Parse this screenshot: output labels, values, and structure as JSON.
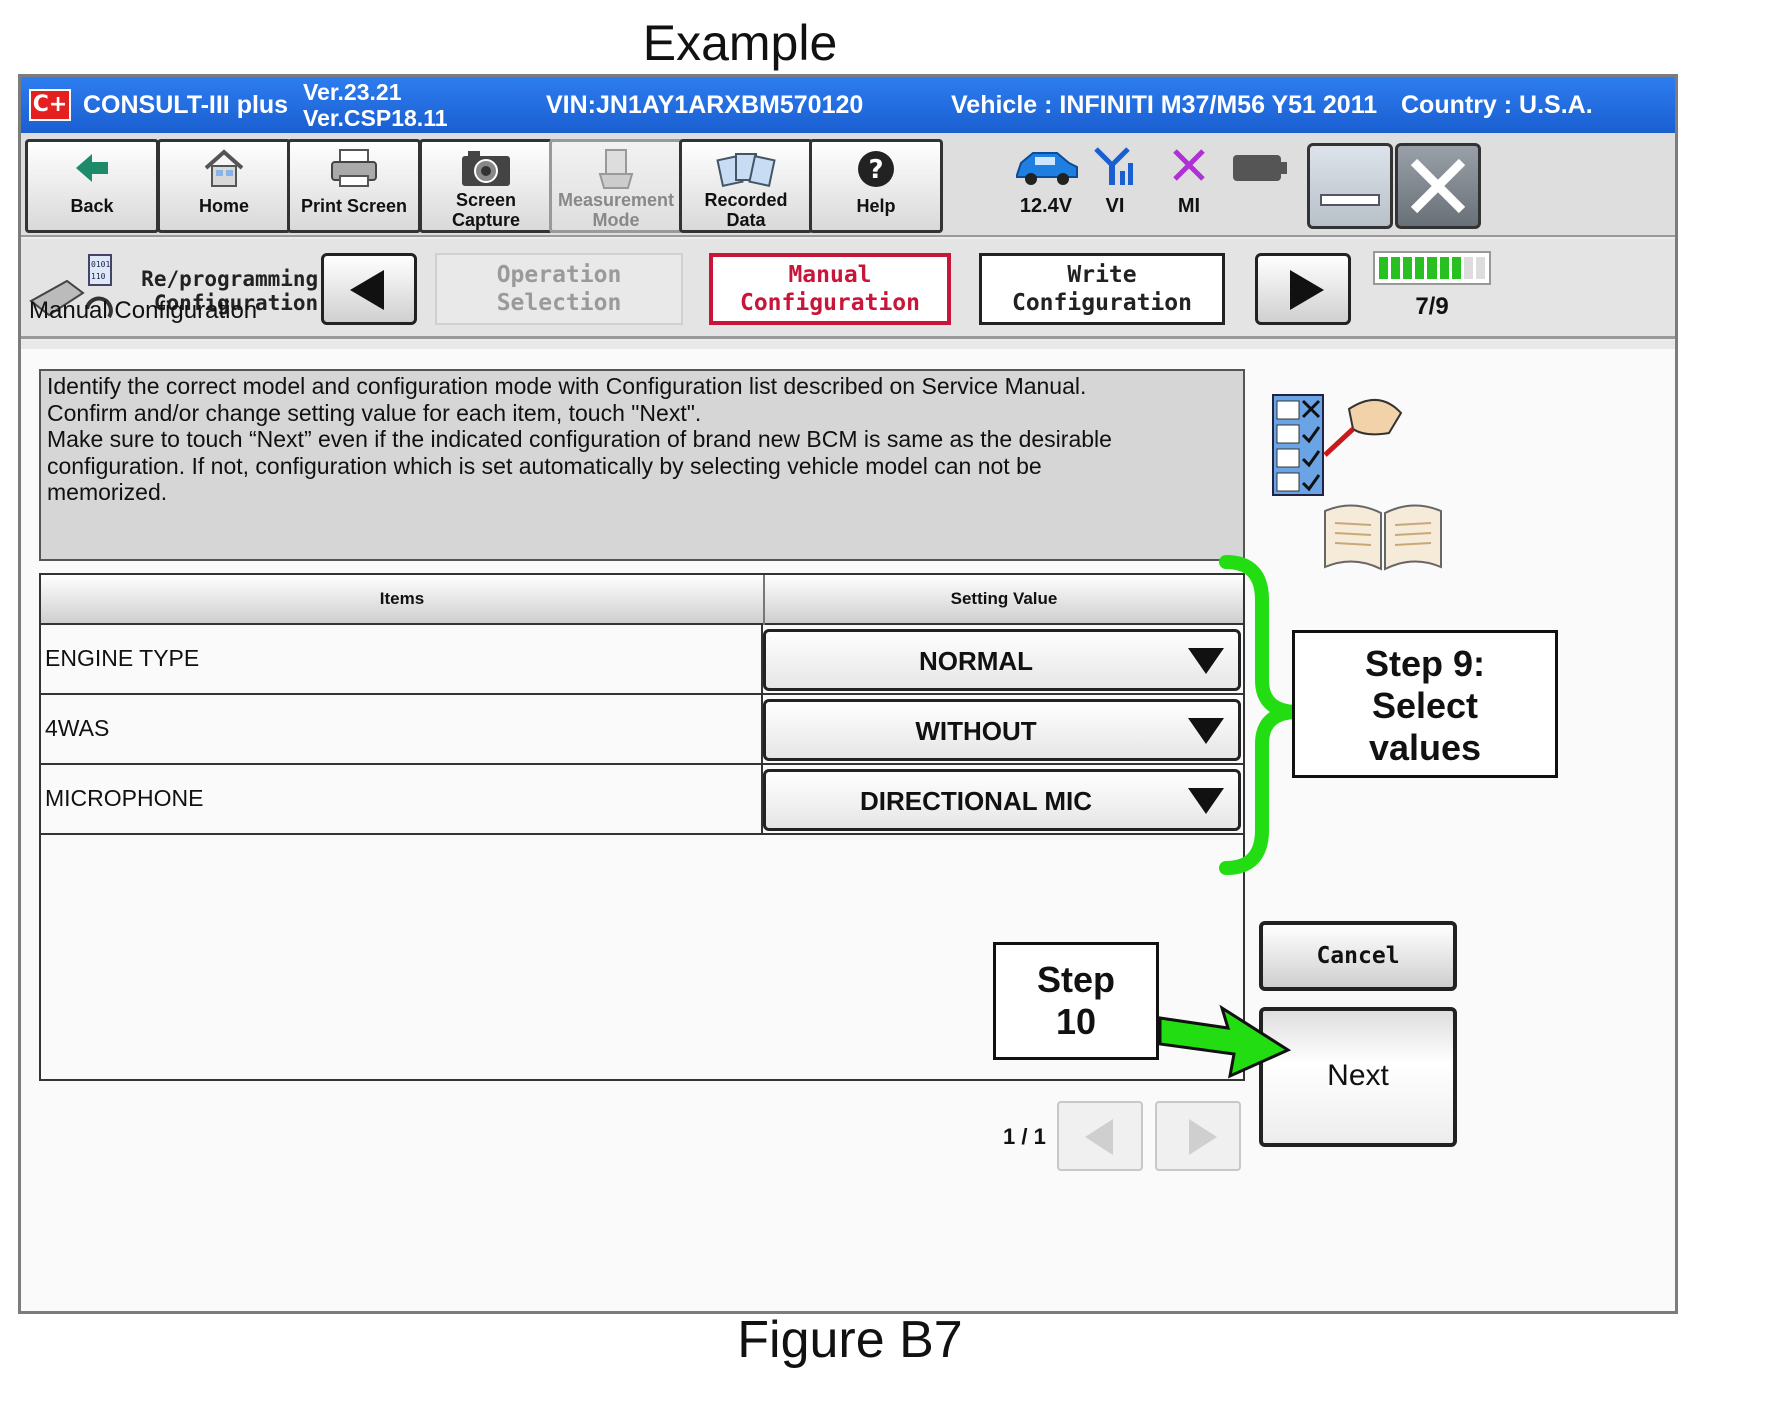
{
  "captions": {
    "top": "Example",
    "bottom": "Figure B7"
  },
  "titlebar": {
    "logo": "C+",
    "app_name": "CONSULT-III plus",
    "version_line1": "Ver.23.21",
    "version_line2": "Ver.CSP18.11",
    "vin": "VIN:JN1AY1ARXBM570120",
    "vehicle": "Vehicle : INFINITI M37/M56 Y51 2011",
    "country": "Country : U.S.A."
  },
  "toolbar": {
    "back": "Back",
    "home": "Home",
    "print_screen": "Print Screen",
    "screen_capture_1": "Screen",
    "screen_capture_2": "Capture",
    "measurement_1": "Measurement",
    "measurement_2": "Mode",
    "recorded_1": "Recorded",
    "recorded_2": "Data",
    "help": "Help",
    "battery_voltage": "12.4V",
    "vi": "VI",
    "mi": "MI"
  },
  "wizard": {
    "title_line1": "Re/programming,",
    "title_line2": "Configuration",
    "step_prev": "Operation Selection",
    "step_current_1": "Manual",
    "step_current_2": "Configuration",
    "step_next": "Write Configuration",
    "progress_text": "7/9",
    "progress_current": 7,
    "progress_total": 9
  },
  "screen_title": "Manual Configuration",
  "instructions": [
    "Identify the correct model and configuration mode with Configuration list described on Service Manual.",
    "Confirm and/or change setting value for each item, touch \"Next\".",
    "Make sure to touch “Next” even if the indicated configuration of brand new BCM is same as the desirable",
    "configuration. If not, configuration which is set automatically by selecting vehicle model can not be",
    "memorized."
  ],
  "table": {
    "col_items": "Items",
    "col_setting": "Setting Value",
    "rows": [
      {
        "item": "ENGINE TYPE",
        "value": "NORMAL"
      },
      {
        "item": "4WAS",
        "value": "WITHOUT"
      },
      {
        "item": "MICROPHONE",
        "value": "DIRECTIONAL MIC"
      }
    ]
  },
  "pager": {
    "text": "1 / 1"
  },
  "buttons": {
    "cancel": "Cancel",
    "next": "Next"
  },
  "callouts": {
    "step9_1": "Step 9:",
    "step9_2": "Select",
    "step9_3": "values",
    "step10_1": "Step",
    "step10_2": "10"
  },
  "colors": {
    "titlebar": "#1f6ae0",
    "active_step": "#c8163a",
    "progress": "#28c020",
    "annotation": "#22dd11"
  }
}
